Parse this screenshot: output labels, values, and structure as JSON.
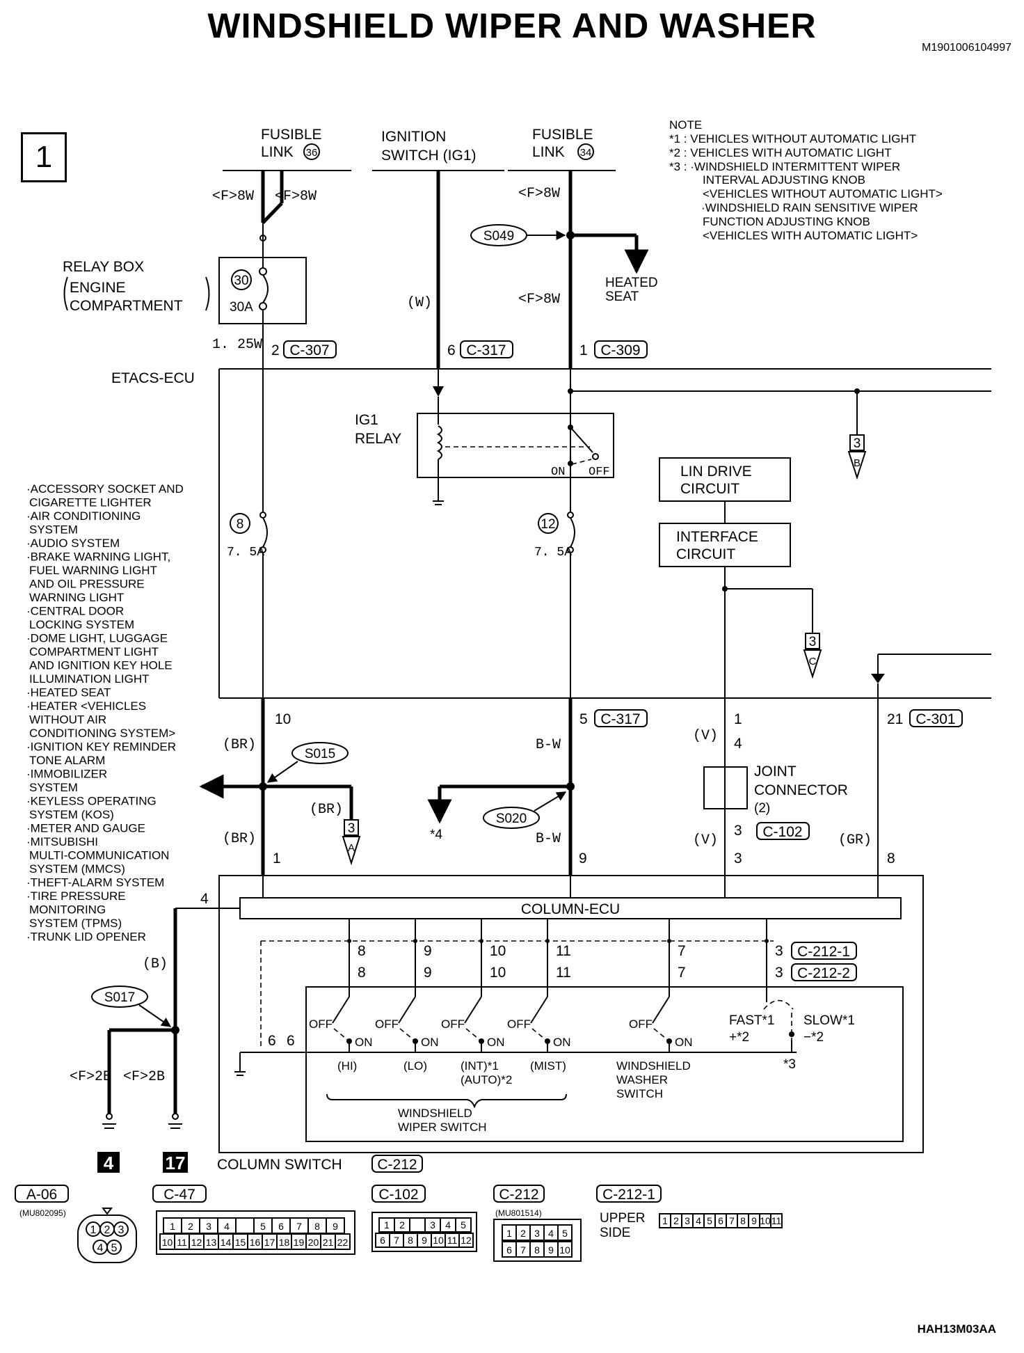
{
  "title": "WINDSHIELD WIPER AND WASHER",
  "doc_id": "M1901006104997",
  "footer_code": "HAH13M03AA",
  "page_number": "1",
  "sources": {
    "fusible_link_36": [
      "FUSIBLE",
      "LINK",
      "36"
    ],
    "ignition_switch": [
      "IGNITION",
      "SWITCH (IG1)"
    ],
    "fusible_link_34": [
      "FUSIBLE",
      "LINK",
      "34"
    ]
  },
  "note": {
    "heading": "NOTE",
    "lines": [
      "*1 : VEHICLES WITHOUT AUTOMATIC LIGHT",
      "*2 : VEHICLES WITH AUTOMATIC LIGHT",
      "*3 : ·WINDSHIELD INTERMITTENT WIPER",
      "INTERVAL ADJUSTING KNOB",
      "<VEHICLES WITHOUT AUTOMATIC LIGHT>",
      "·WINDSHIELD RAIN SENSITIVE WIPER",
      "FUNCTION ADJUSTING KNOB",
      "<VEHICLES WITH AUTOMATIC LIGHT>"
    ]
  },
  "wire_labels": {
    "f8w": "<F>8W",
    "w": "(W)",
    "w125": "1. 25W",
    "br": "(BR)",
    "bw": "B-W",
    "v": "(V)",
    "gr": "(GR)",
    "b": "(B)",
    "f2b": "<F>2B"
  },
  "relay_box": [
    "RELAY BOX",
    "ENGINE",
    "COMPARTMENT"
  ],
  "relay_box_fuse": {
    "number": "30",
    "rating": "30A"
  },
  "heated_seat": [
    "HEATED",
    "SEAT"
  ],
  "splices": {
    "s049": "S049",
    "s015": "S015",
    "s020": "S020",
    "s017": "S017"
  },
  "connectors": {
    "c307": {
      "pin": "2",
      "name": "C-307"
    },
    "c317a": {
      "pin": "6",
      "name": "C-317"
    },
    "c309": {
      "pin": "1",
      "name": "C-309"
    },
    "c317b": {
      "pin": "5",
      "name": "C-317"
    },
    "c301": {
      "pin": "21",
      "name": "C-301"
    },
    "c102": {
      "pin": "3",
      "name": "C-102"
    },
    "c2121": {
      "pin": "3",
      "name": "C-212-1"
    },
    "c2122": {
      "pin": "3",
      "name": "C-212-2"
    }
  },
  "etacs_ecu": "ETACS-ECU",
  "ig1_relay": [
    "IG1",
    "RELAY"
  ],
  "relay_on": "ON",
  "relay_off": "OFF",
  "fuse_8": {
    "number": "8",
    "rating": "7. 5A"
  },
  "fuse_12": {
    "number": "12",
    "rating": "7. 5A"
  },
  "lin_drive": [
    "LIN DRIVE",
    "CIRCUIT"
  ],
  "interface": [
    "INTERFACE",
    "CIRCUIT"
  ],
  "refs": {
    "three": "3",
    "a": "A",
    "b": "B",
    "c": "C"
  },
  "accessory_list": [
    "·ACCESSORY SOCKET AND",
    "CIGARETTE LIGHTER",
    "·AIR CONDITIONING",
    "SYSTEM",
    "·AUDIO SYSTEM",
    "·BRAKE WARNING LIGHT,",
    "FUEL WARNING LIGHT",
    "AND OIL PRESSURE",
    "WARNING LIGHT",
    "·CENTRAL DOOR",
    "LOCKING SYSTEM",
    "·DOME LIGHT, LUGGAGE",
    "COMPARTMENT LIGHT",
    "AND IGNITION KEY HOLE",
    "ILLUMINATION LIGHT",
    "·HEATED SEAT",
    "·HEATER <VEHICLES",
    "WITHOUT AIR",
    "CONDITIONING SYSTEM>",
    "·IGNITION KEY REMINDER",
    "TONE ALARM",
    "·IMMOBILIZER",
    "SYSTEM",
    "·KEYLESS OPERATING",
    "SYSTEM (KOS)",
    "·METER AND GAUGE",
    "·MITSUBISHI",
    "MULTI-COMMUNICATION",
    "SYSTEM (MMCS)",
    "·THEFT-ALARM SYSTEM",
    "·TIRE PRESSURE",
    "MONITORING",
    "SYSTEM (TPMS)",
    "·TRUNK LID OPENER"
  ],
  "pins": {
    "p10": "10",
    "p1": "1",
    "p4": "4",
    "p3": "3",
    "p9": "9",
    "p8": "8",
    "p11": "11",
    "p7": "7",
    "p6": "6",
    "star4": "*4"
  },
  "joint_connector": [
    "JOINT",
    "CONNECTOR",
    "(2)"
  ],
  "column_ecu": "COLUMN-ECU",
  "switch_labels": {
    "off": "OFF",
    "on": "ON",
    "hi": "(HI)",
    "lo": "(LO)",
    "int": "(INT)*1",
    "auto": "(AUTO)*2",
    "mist": "(MIST)",
    "fast": "FAST*1",
    "fast2": "+*2",
    "slow": "SLOW*1",
    "slow2": "−*2",
    "star3": "*3",
    "washer": [
      "WINDSHIELD",
      "WASHER",
      "SWITCH"
    ],
    "wiper": [
      "WINDSHIELD",
      "WIPER SWITCH"
    ]
  },
  "column_switch": {
    "label": "COLUMN SWITCH",
    "connector": "C-212"
  },
  "grounds": {
    "g4": "4",
    "g17": "17"
  },
  "bottom_connectors": {
    "a06": {
      "name": "A-06",
      "part": "(MU802095)",
      "pins": [
        "1",
        "2",
        "3",
        "4",
        "5"
      ]
    },
    "c47": {
      "name": "C-47",
      "row1": [
        "1",
        "2",
        "3",
        "4",
        "",
        "5",
        "6",
        "7",
        "8",
        "9"
      ],
      "row2": [
        "10",
        "11",
        "12",
        "13",
        "14",
        "15",
        "16",
        "17",
        "18",
        "19",
        "20",
        "21",
        "22"
      ]
    },
    "c102": {
      "name": "C-102",
      "row1": [
        "1",
        "2",
        "",
        "3",
        "4",
        "5"
      ],
      "row2": [
        "6",
        "7",
        "8",
        "9",
        "10",
        "11",
        "12"
      ]
    },
    "c212": {
      "name": "C-212",
      "part": "(MU801514)",
      "row1": [
        "1",
        "2",
        "3",
        "4",
        "5"
      ],
      "row2": [
        "6",
        "7",
        "8",
        "9",
        "10"
      ]
    },
    "c2121": {
      "name": "C-212-1",
      "upper": [
        "UPPER",
        "SIDE"
      ],
      "pins": [
        "1",
        "2",
        "3",
        "4",
        "5",
        "6",
        "7",
        "8",
        "9",
        "10",
        "11"
      ]
    }
  }
}
